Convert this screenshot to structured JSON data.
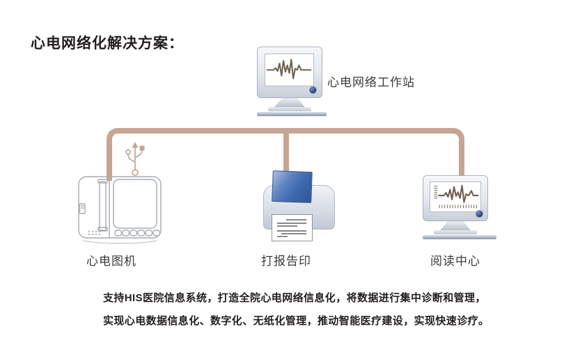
{
  "title": "心电网络化解决方案：",
  "diagram": {
    "workstation": {
      "label": "心电网络工作站"
    },
    "nodes": [
      {
        "id": "ecg-machine",
        "label": "心电图机"
      },
      {
        "id": "report-printer",
        "label": "打报告印"
      },
      {
        "id": "reading-center",
        "label": "阅读中心"
      }
    ]
  },
  "description": {
    "line1": "支持HIS医院信息系统，打造全院心电网络信息化，将数据进行集中诊断和管理，",
    "line2": "实现心电数据信息化、数字化、无纸化管理，推动智能医疗建设，实现快速诊疗。"
  },
  "icons": {
    "usb": "usb-icon",
    "waveform": "ecg-waveform-icon",
    "power": "power-button-icon"
  },
  "colors": {
    "connector": "#c7a593",
    "printer_blue": "#3d68ae",
    "power_button": "#26427e",
    "waveform": "#6f604f",
    "text": "#231f1e"
  }
}
